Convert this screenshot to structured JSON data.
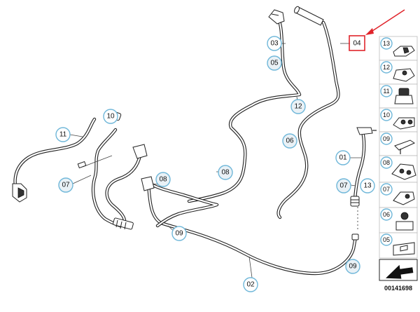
{
  "callouts": {
    "c03": "03",
    "c05": "05",
    "c04": "04",
    "c12": "12",
    "c10": "10",
    "c11": "11",
    "c06": "06",
    "c08a": "08",
    "c08b": "08",
    "c07a": "07",
    "c07b": "07",
    "c01": "01",
    "c13": "13",
    "c09a": "09",
    "c09b": "09",
    "c02": "02"
  },
  "legend": {
    "l13": "13",
    "l12": "12",
    "l11": "11",
    "l10": "10",
    "l09": "09",
    "l08": "08",
    "l07": "07",
    "l06": "06",
    "l05": "05"
  },
  "diagram_id": "00141698",
  "colors": {
    "callout_ring": "#6fb7d9",
    "highlight_box": "#e0242b",
    "arrow": "#e0242b"
  },
  "icons": {
    "arrow": "red-pointer-arrow",
    "nav": "black-arrow-icon"
  }
}
